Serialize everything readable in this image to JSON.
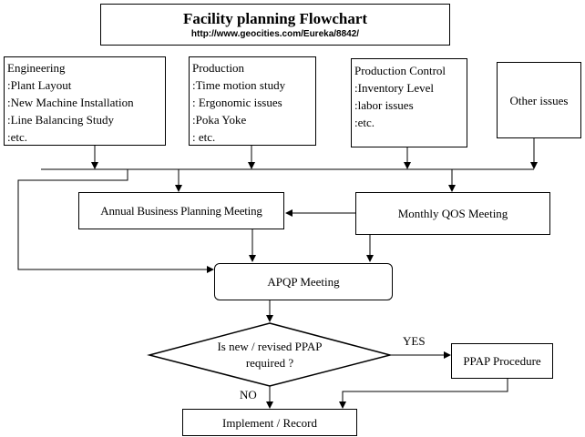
{
  "header": {
    "title": "Facility planning Flowchart",
    "url": "http://www.geocities.com/Eureka/8842/"
  },
  "sources": {
    "engineering": {
      "title": "Engineering",
      "items": [
        ":Plant Layout",
        ":New Machine Installation",
        ":Line Balancing Study",
        ":etc."
      ]
    },
    "production": {
      "title": "Production",
      "items": [
        ":Time  motion study",
        ": Ergonomic issues",
        ":Poka Yoke",
        ": etc."
      ]
    },
    "production_control": {
      "title": "Production Control",
      "items": [
        ":Inventory Level",
        ":labor issues",
        ":etc."
      ]
    },
    "other": {
      "title": "Other issues"
    }
  },
  "meetings": {
    "annual": "Annual Business Planning Meeting",
    "monthly": "Monthly QOS Meeting",
    "apqp": "APQP Meeting"
  },
  "decision": {
    "line1": "Is new / revised PPAP",
    "line2": "required ?",
    "yes_label": "YES",
    "no_label": "NO"
  },
  "outcomes": {
    "ppap": "PPAP Procedure",
    "implement": "Implement / Record"
  }
}
